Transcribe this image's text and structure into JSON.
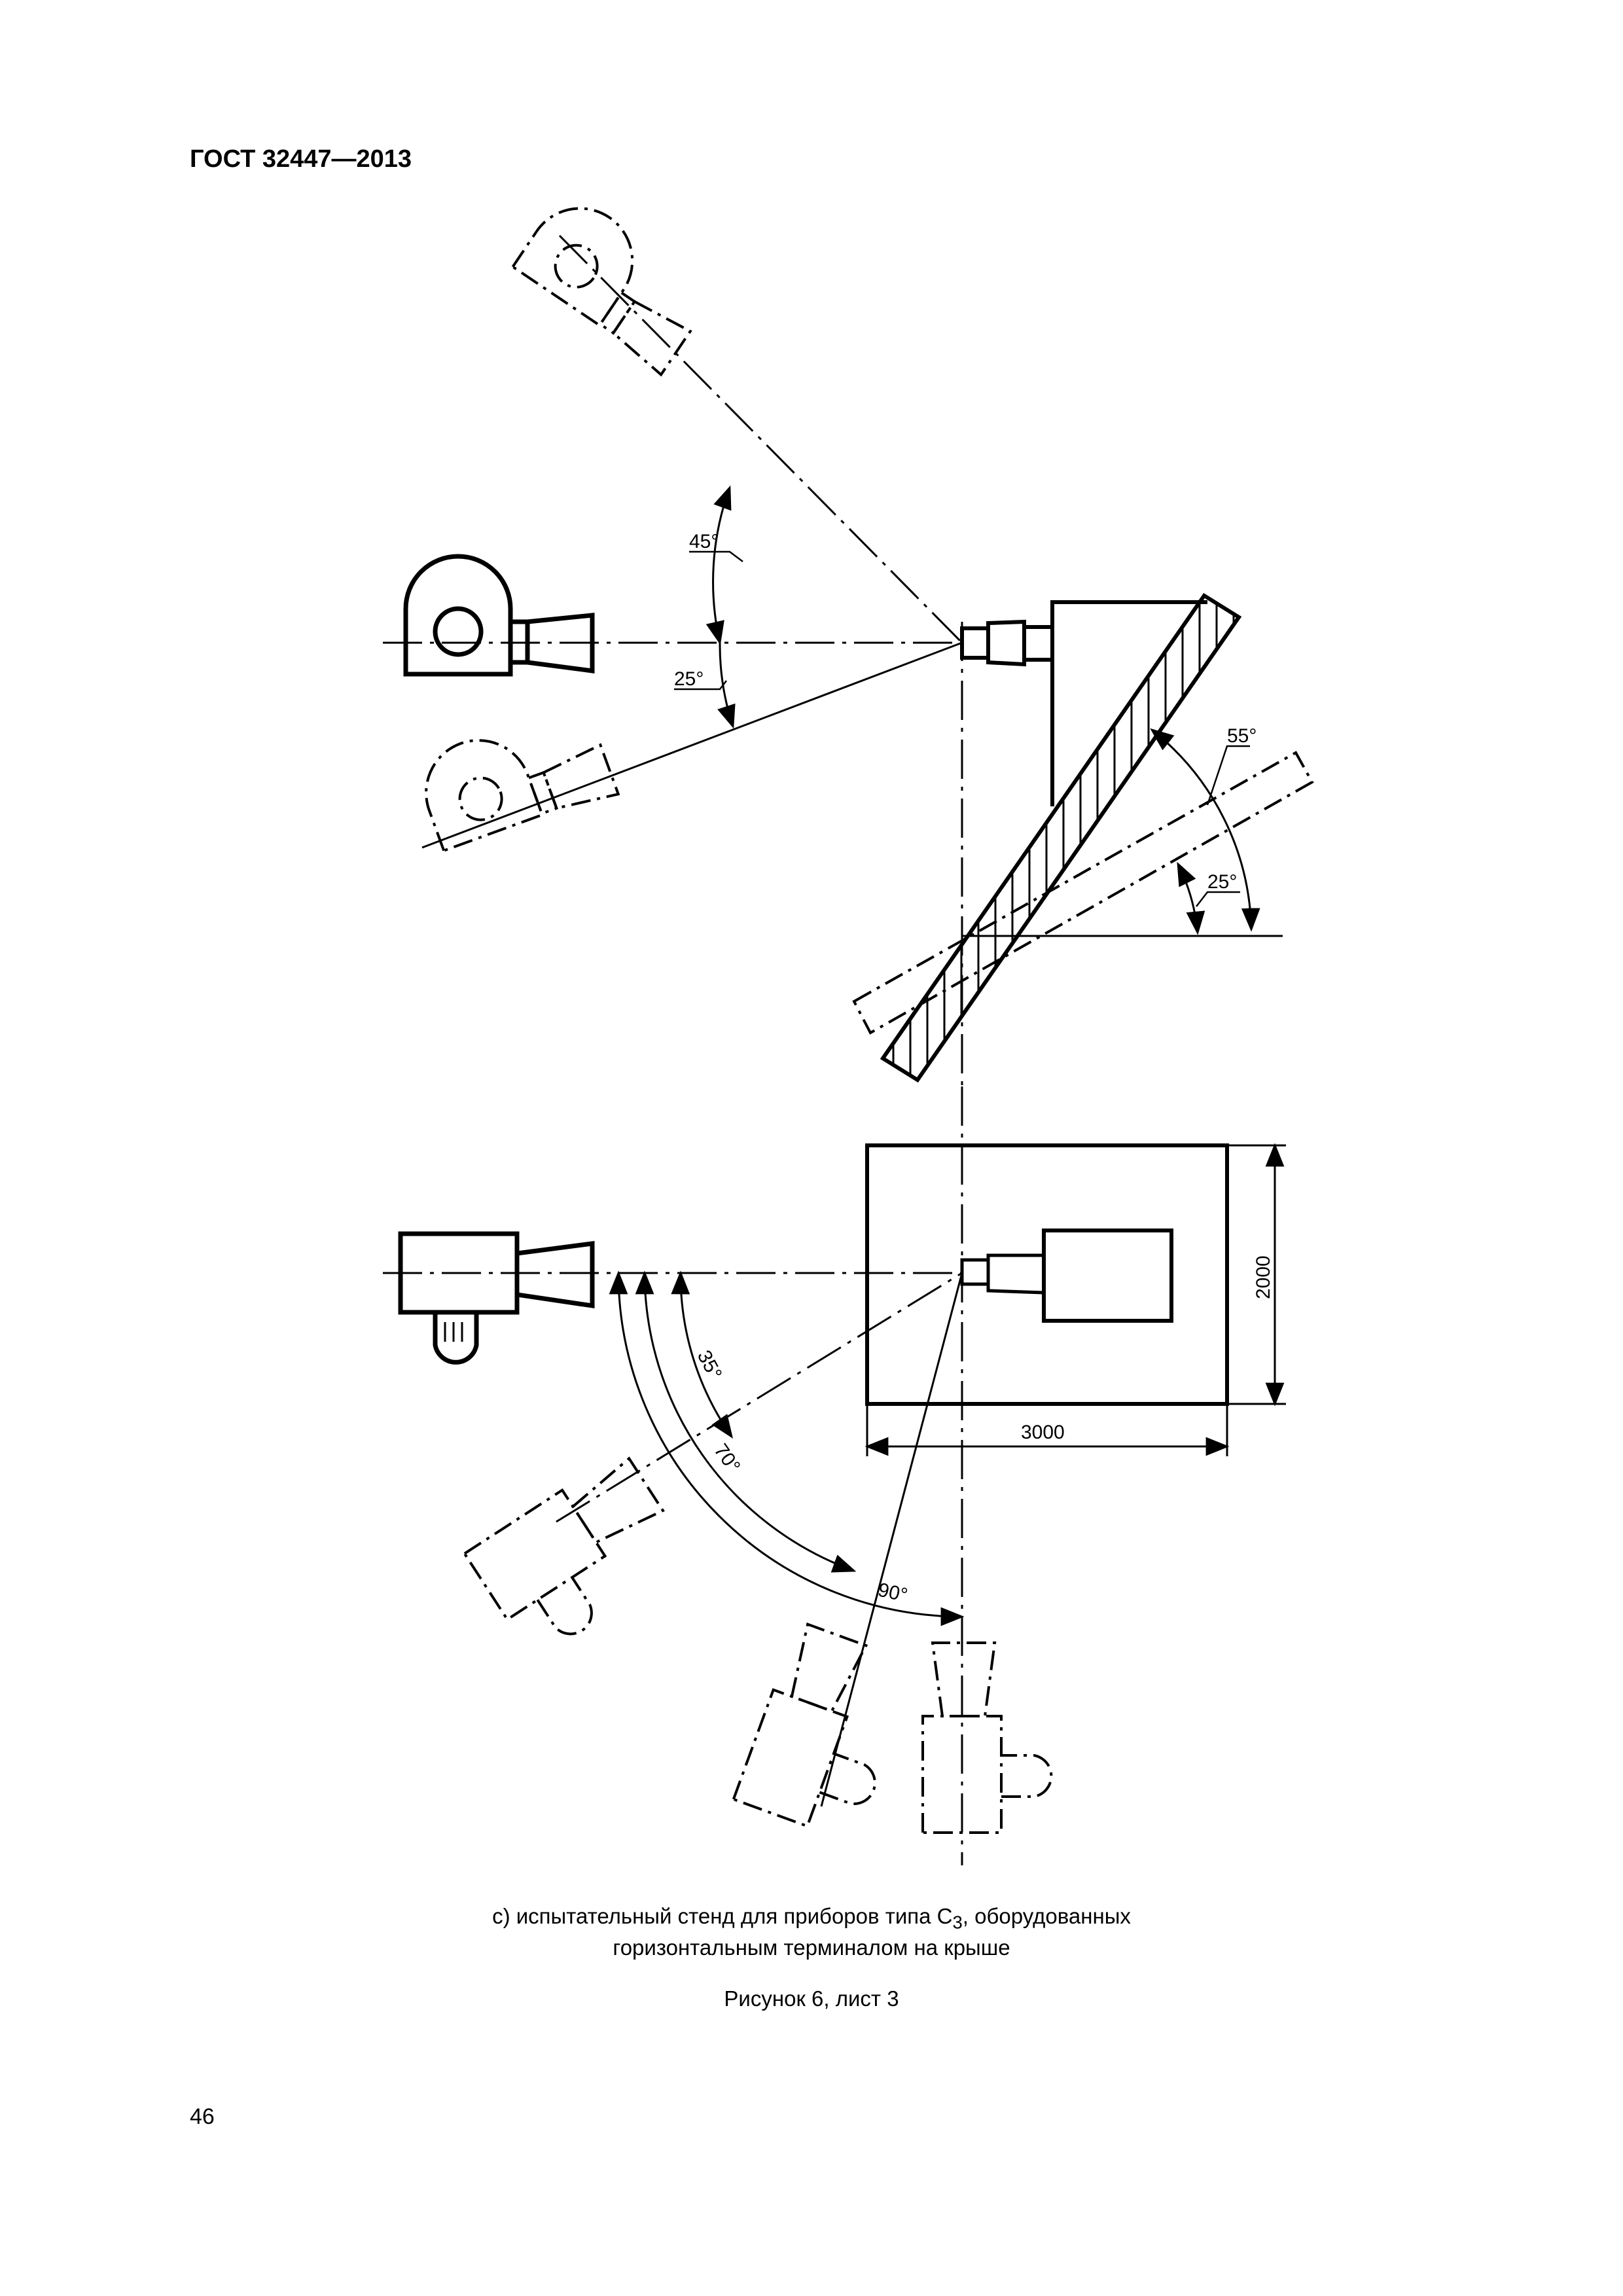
{
  "header": {
    "code": "ГОСТ 32447—2013"
  },
  "top_view": {
    "angle_labels": [
      "45°",
      "25°",
      "55°",
      "25°"
    ]
  },
  "plan_view": {
    "dim_height": "2000",
    "dim_width": "3000",
    "angle_labels": [
      "35°",
      "70°",
      "90°"
    ]
  },
  "caption": {
    "line1_before_sub": "с) испытательный стенд для приборов типа С",
    "line1_sub": "3",
    "line1_after_sub": ", оборудованных",
    "line2": "горизонтальным терминалом на крыше"
  },
  "figure_label": "Рисунок 6, лист 3",
  "page_number": "46"
}
